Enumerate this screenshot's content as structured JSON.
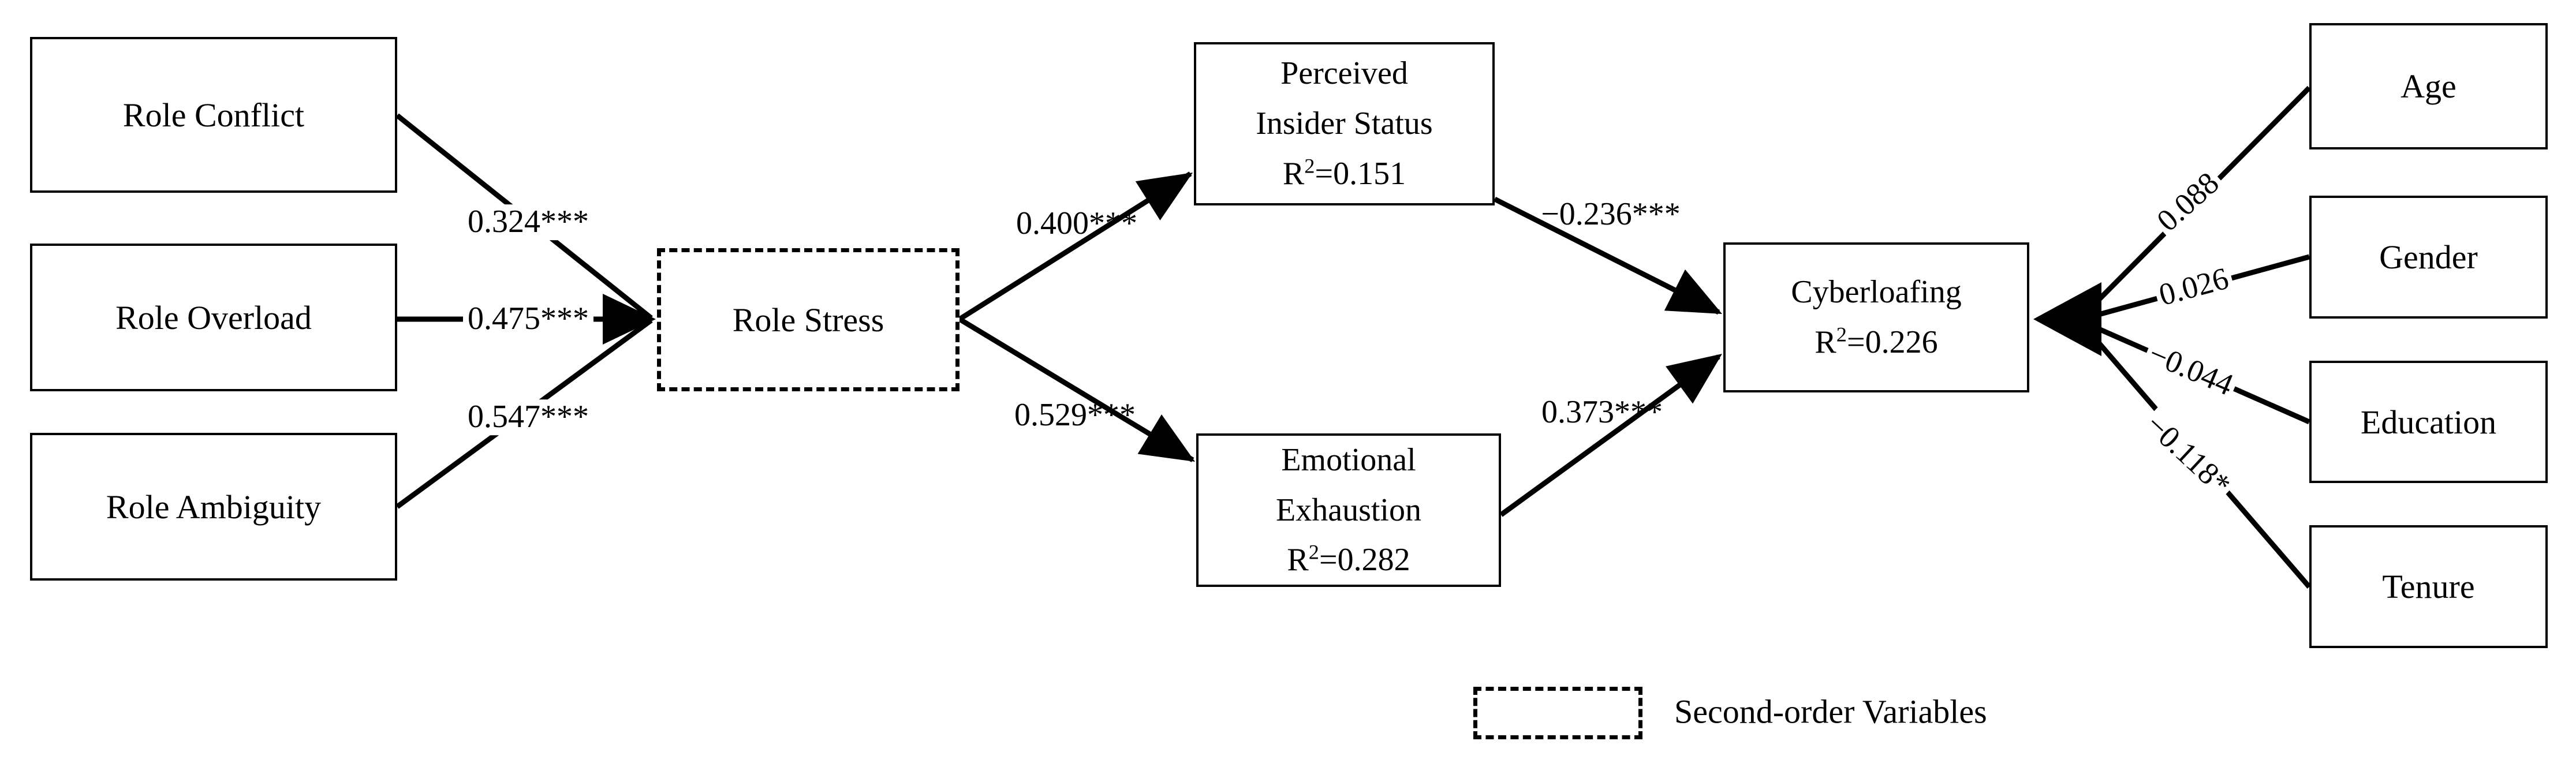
{
  "diagram": {
    "r_base": "R",
    "r_exp": "2",
    "boxes": {
      "role_conflict": "Role Conflict",
      "role_overload": "Role Overload",
      "role_ambiguity": "Role Ambiguity",
      "role_stress": "Role Stress",
      "perceived_insider_status": {
        "line1": "Perceived",
        "line2": "Insider Status",
        "r2": "=0.151"
      },
      "emotional_exhaustion": {
        "line1": "Emotional",
        "line2": "Exhaustion",
        "r2": "=0.282"
      },
      "cyberloafing": {
        "line1": "Cyberloafing",
        "r2": "=0.226"
      },
      "age": "Age",
      "gender": "Gender",
      "education": "Education",
      "tenure": "Tenure"
    },
    "coefficients": {
      "role_conflict_to_role_stress": "0.324***",
      "role_overload_to_role_stress": "0.475***",
      "role_ambiguity_to_role_stress": "0.547***",
      "role_stress_to_perceived_insider_status": "0.400***",
      "role_stress_to_emotional_exhaustion": "0.529***",
      "perceived_insider_status_to_cyberloafing": "−0.236***",
      "emotional_exhaustion_to_cyberloafing": "0.373***",
      "age_to_cyberloafing": "0.088",
      "gender_to_cyberloafing": "0.026",
      "education_to_cyberloafing": "−0.044",
      "tenure_to_cyberloafing": "−0.118*"
    },
    "legend": {
      "label": "Second-order Variables"
    },
    "colors": {
      "line": "#000000",
      "background": "#ffffff"
    }
  }
}
